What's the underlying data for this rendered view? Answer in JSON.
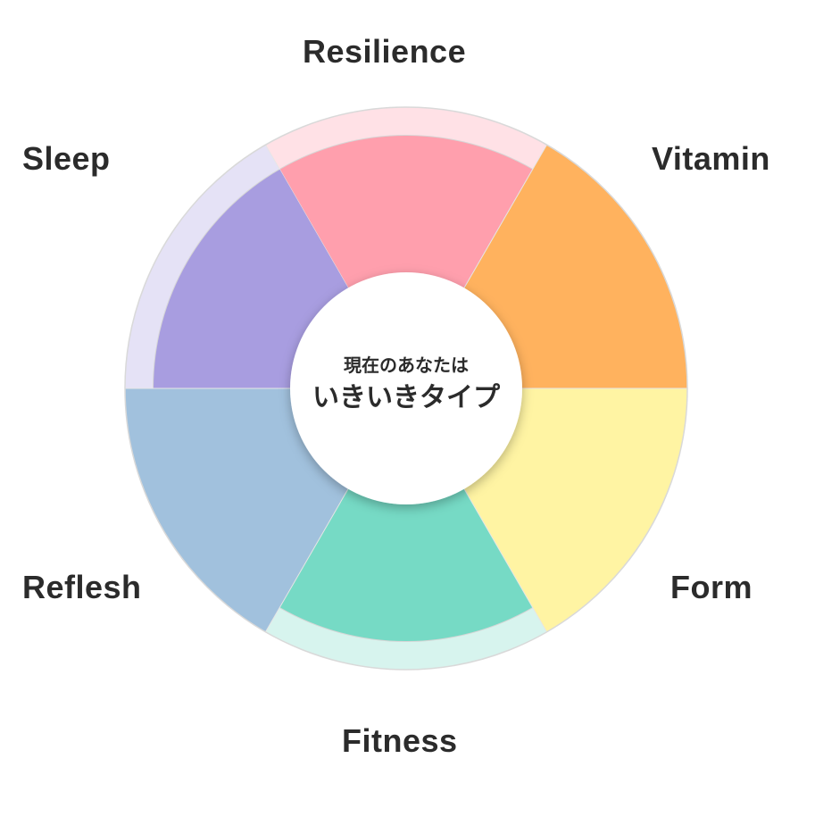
{
  "chart_data": {
    "type": "pie",
    "subtype": "radial-segment",
    "max_level": 3,
    "categories": [
      "Resilience",
      "Vitamin",
      "Form",
      "Fitness",
      "Reflesh",
      "Sleep"
    ],
    "values": [
      2,
      3,
      3,
      2,
      3,
      2
    ],
    "colors": {
      "Resilience": "#ff9fad",
      "Vitamin": "#ffb25e",
      "Form": "#fff4a3",
      "Fitness": "#76dac5",
      "Reflesh": "#a1c1dd",
      "Sleep": "#a89de0"
    },
    "background_colors": {
      "Resilience": "#ffe1e6",
      "Vitamin": "#ffe8cf",
      "Form": "#fffbe0",
      "Fitness": "#d7f4ee",
      "Reflesh": "#e2ecf5",
      "Sleep": "#e5e2f6"
    }
  },
  "center": {
    "subtitle": "現在のあなたは",
    "title": "いきいきタイプ"
  }
}
